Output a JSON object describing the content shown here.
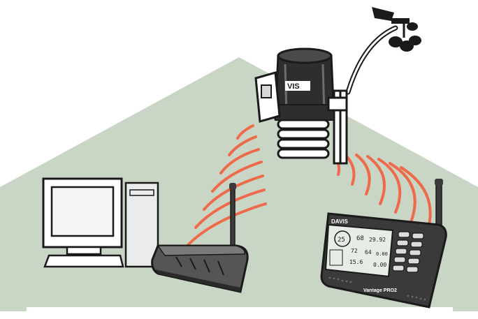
{
  "colors": {
    "house": "#c9d6c5",
    "house_roof_edge": "#b8c7b3",
    "signal": "#ef6a4a",
    "outline": "#1a1a1a",
    "device_dark": "#3b3b3b",
    "device_mid": "#6d6d6d",
    "screen": "#f4f4f4",
    "lcd_bg": "#e7ece6"
  },
  "labels": {
    "iss_brand": "VIS",
    "console_brand": "DAVIS",
    "console_model": "Vantage PRO2",
    "lcd_wind_speed": "25",
    "lcd_temp_out": "68",
    "lcd_barometer": "29.92",
    "lcd_temp_in": "72",
    "lcd_hum": "64",
    "lcd_rain": "0.00",
    "lcd_wind_chill": "15.6",
    "lcd_bottom": "0.00"
  },
  "icons": {
    "station": "weather-station-icon",
    "anemometer": "anemometer-icon",
    "computer": "computer-icon",
    "receiver": "wireless-receiver-icon",
    "console": "weather-console-icon"
  }
}
